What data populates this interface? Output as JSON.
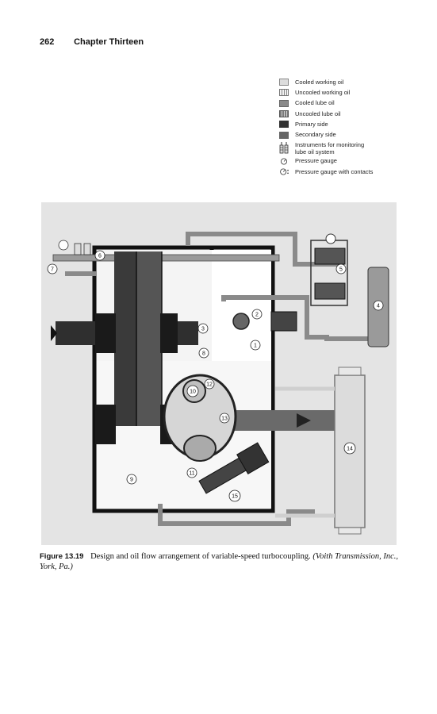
{
  "header": {
    "page_number": "262",
    "chapter": "Chapter Thirteen"
  },
  "legend": [
    {
      "label": "Cooled working oil",
      "icon": "light-grey-swatch",
      "color": "#dcdcdc"
    },
    {
      "label": "Uncooled working oil",
      "icon": "striped-light-swatch",
      "color": "#e6e6e6"
    },
    {
      "label": "Cooled lube oil",
      "icon": "mid-grey-swatch",
      "color": "#8a8a8a"
    },
    {
      "label": "Uncooled lube oil",
      "icon": "striped-dark-swatch",
      "color": "#777777"
    },
    {
      "label": "Primary side",
      "icon": "dark-swatch",
      "color": "#333333"
    },
    {
      "label": "Secondary side",
      "icon": "medium-dark-swatch",
      "color": "#666666"
    },
    {
      "label": "Instruments for monitoring lube oil system",
      "icon": "instrument-icon",
      "color": "#444444"
    },
    {
      "label": "Pressure gauge",
      "icon": "pressure-gauge-icon",
      "color": "#444444"
    },
    {
      "label": "Pressure gauge with contacts",
      "icon": "pressure-gauge-contacts-icon",
      "color": "#444444"
    }
  ],
  "figure": {
    "callouts": [
      "1",
      "2",
      "3",
      "4",
      "5",
      "6",
      "7",
      "8",
      "9",
      "10",
      "11",
      "12",
      "13",
      "14",
      "15"
    ]
  },
  "caption": {
    "figure_label": "Figure 13.19",
    "text": "Design and oil flow arrangement of variable-speed turbocoupling.",
    "credit": "(Voith Transmission, Inc., York, Pa.)"
  }
}
